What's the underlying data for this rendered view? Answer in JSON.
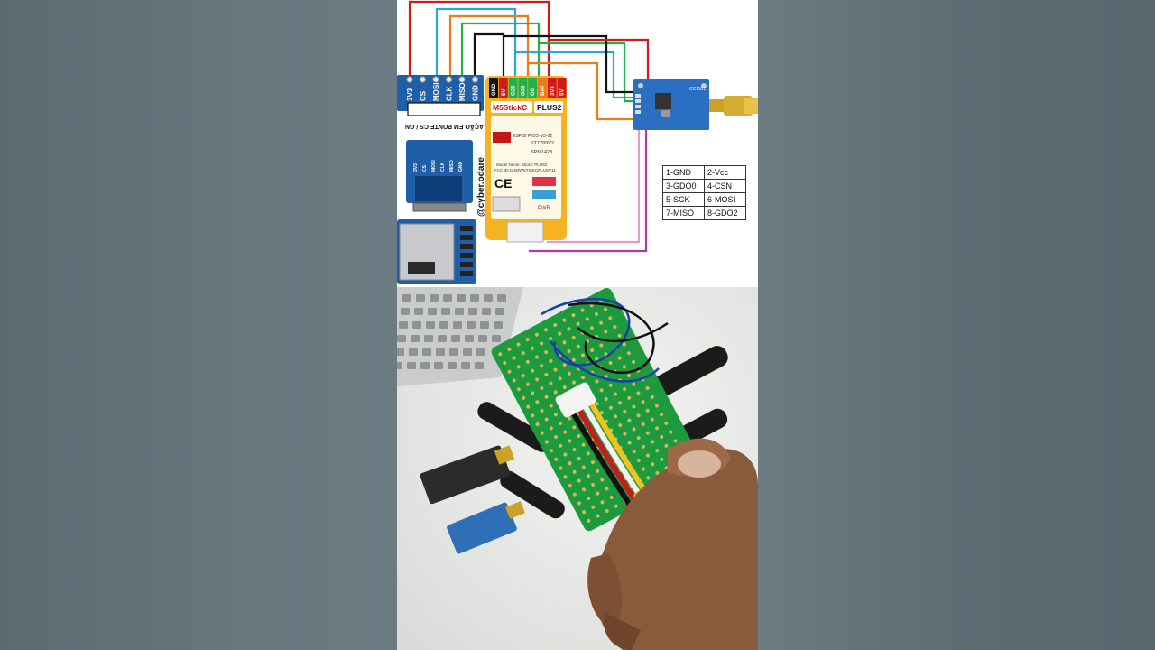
{
  "sd_module": {
    "pins": [
      "3V3",
      "CS",
      "MOSI",
      "CLK",
      "MISO",
      "GND"
    ],
    "bridge_note": "AÇÃO EM PONTE CS / GN",
    "small_pins": [
      "3V3",
      "CS",
      "MOSI",
      "CLK",
      "MISO",
      "GND"
    ]
  },
  "m5stick": {
    "pins": [
      "GND",
      "5V",
      "G26",
      "G36",
      "G0",
      "BAT",
      "3V3",
      "5V"
    ],
    "brand": "M5StickC",
    "model": "PLUS2",
    "chip1": "ESP32 PICO-V3-02",
    "chip2": "ST7789V2",
    "chip3": "SPM1423",
    "model_name": "Model Name: StickC PLUS2",
    "fcc": "FCC ID:2AN3WSTICKCPLUSV11",
    "ce": "CE",
    "pwr": "PWR"
  },
  "watermark": "@cyber.odare",
  "cc1101_label": "CC1101",
  "pinout_table": [
    [
      "1-GND",
      "2-Vcc"
    ],
    [
      "3-GDO0",
      "4-CSN"
    ],
    [
      "5-SCK",
      "6-MOSI"
    ],
    [
      "7-MISO",
      "8-GDO2"
    ]
  ],
  "colors": {
    "wire_red": "#d11a1a",
    "wire_blue": "#2aa6df",
    "wire_orange": "#ee7a1a",
    "wire_green": "#22b04a",
    "wire_black": "#111111",
    "wire_pink": "#e49bc8",
    "wire_purple": "#b03aa8",
    "module_blue": "#1f5fa8",
    "m5_orange": "#f5b324",
    "pcb_green": "#1e9a3e"
  }
}
